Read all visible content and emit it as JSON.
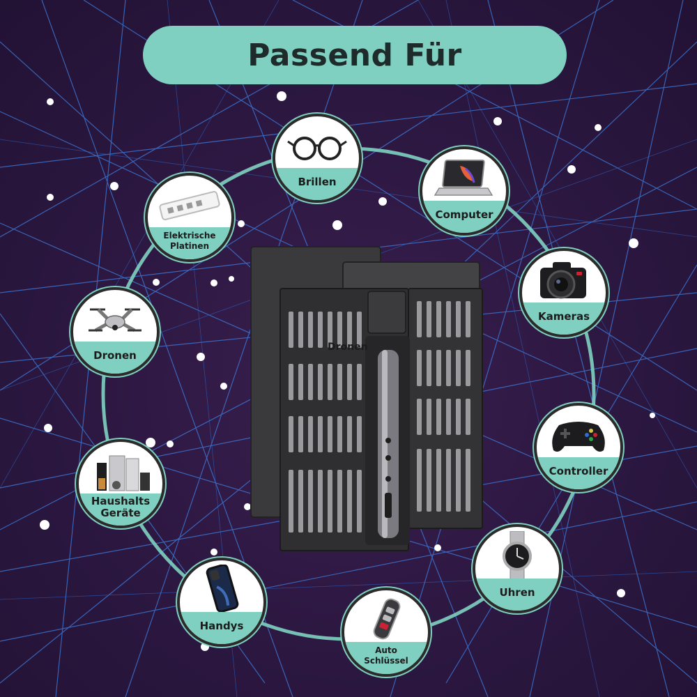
{
  "title": "Passend Für",
  "ghost_label": "Dronen",
  "badges": [
    {
      "key": "brillen",
      "line1": "Brillen",
      "line2": "",
      "icon": "glasses-icon"
    },
    {
      "key": "computer",
      "line1": "Computer",
      "line2": "",
      "icon": "laptop-icon"
    },
    {
      "key": "platinen",
      "line1": "Elektrische",
      "line2": "Platinen",
      "icon": "circuit-board-icon"
    },
    {
      "key": "kameras",
      "line1": "Kameras",
      "line2": "",
      "icon": "camera-icon"
    },
    {
      "key": "dronen",
      "line1": "Dronen",
      "line2": "",
      "icon": "drone-icon"
    },
    {
      "key": "controller",
      "line1": "Controller",
      "line2": "",
      "icon": "gamepad-icon"
    },
    {
      "key": "haushalt",
      "line1": "Haushalts",
      "line2": "Geräte",
      "icon": "appliances-icon"
    },
    {
      "key": "uhren",
      "line1": "Uhren",
      "line2": "",
      "icon": "watch-icon"
    },
    {
      "key": "handys",
      "line1": "Handys",
      "line2": "",
      "icon": "smartphone-icon"
    },
    {
      "key": "auto",
      "line1": "Auto",
      "line2": "Schlüssel",
      "icon": "car-key-icon"
    }
  ],
  "colors": {
    "accent": "#7fd0c1",
    "background": "#2b1740",
    "lines": "#3f7fe0",
    "badge_border": "#2b2b2b"
  }
}
